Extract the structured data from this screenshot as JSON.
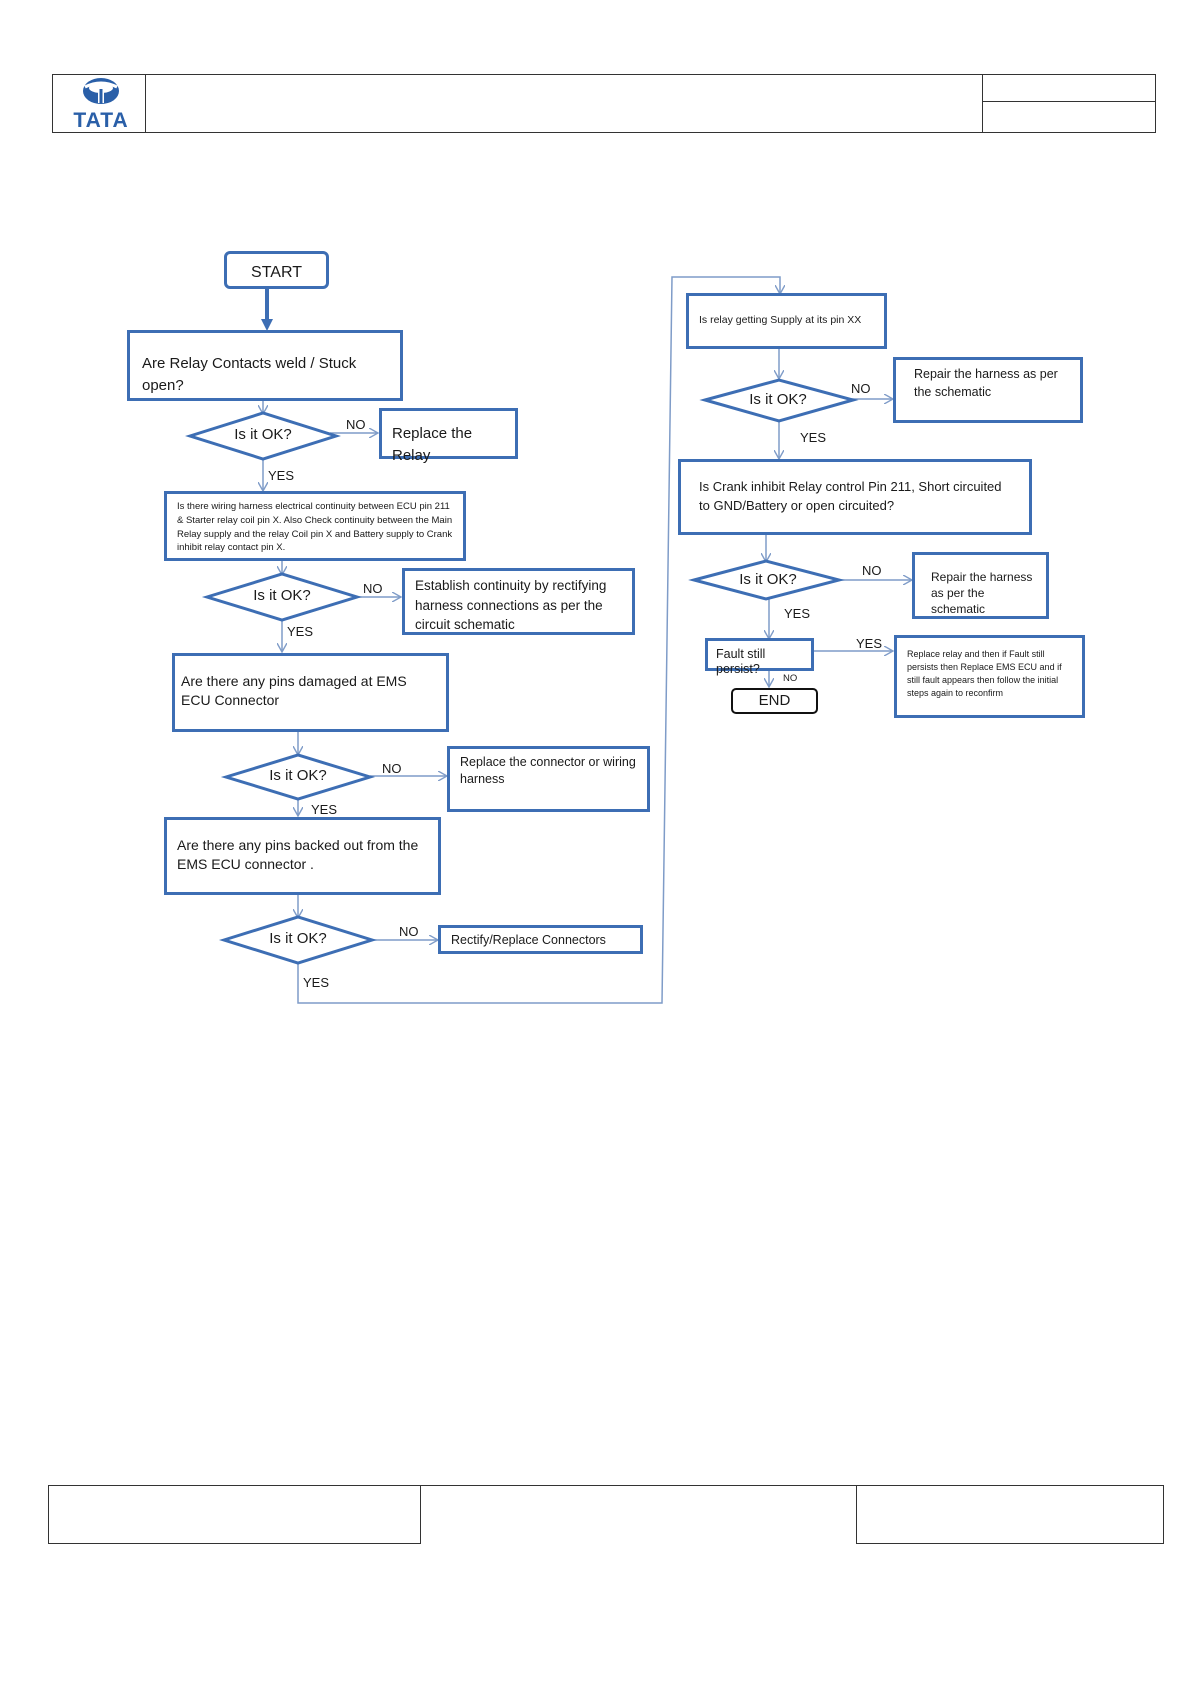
{
  "brand": {
    "logo_text": "TATA"
  },
  "flow": {
    "start": "START",
    "end": "END",
    "q_relay_contacts": "Are Relay Contacts weld / Stuck open?",
    "a_replace_relay": "Replace the Relay",
    "q_continuity": "Is there wiring harness electrical continuity between ECU pin 211 & Starter relay coil pin X. Also Check continuity between the Main Relay supply and the relay Coil pin X and Battery supply to Crank inhibit relay contact pin X.",
    "a_establish_continuity": "Establish continuity by rectifying harness connections as per the circuit schematic",
    "q_pins_damaged": "Are there any pins damaged at EMS ECU Connector",
    "a_replace_connector": "Replace the connector or wiring harness",
    "q_pins_backed_out": "Are there any pins backed out from the EMS ECU connector .",
    "a_rectify_connectors": "Rectify/Replace Connectors",
    "q_relay_supply": "Is relay getting Supply at its pin XX",
    "a_repair_harness_1": "Repair the harness as per the schematic",
    "q_crank_inhibit": "Is Crank inhibit Relay control Pin 211, Short circuited to GND/Battery or open circuited?",
    "a_repair_harness_2": "Repair the harness as per the schematic",
    "q_fault_persist": "Fault still persist?",
    "a_replace_ecu": "Replace relay and then if Fault still persists then Replace EMS ECU and if still fault appears then follow the initial steps again to reconfirm",
    "decision_text": "Is it OK?",
    "yes": "YES",
    "no": "NO"
  },
  "colors": {
    "box_border": "#3d6eb4",
    "line": "#7f9cc8",
    "logo_blue": "#2a5fa8"
  }
}
